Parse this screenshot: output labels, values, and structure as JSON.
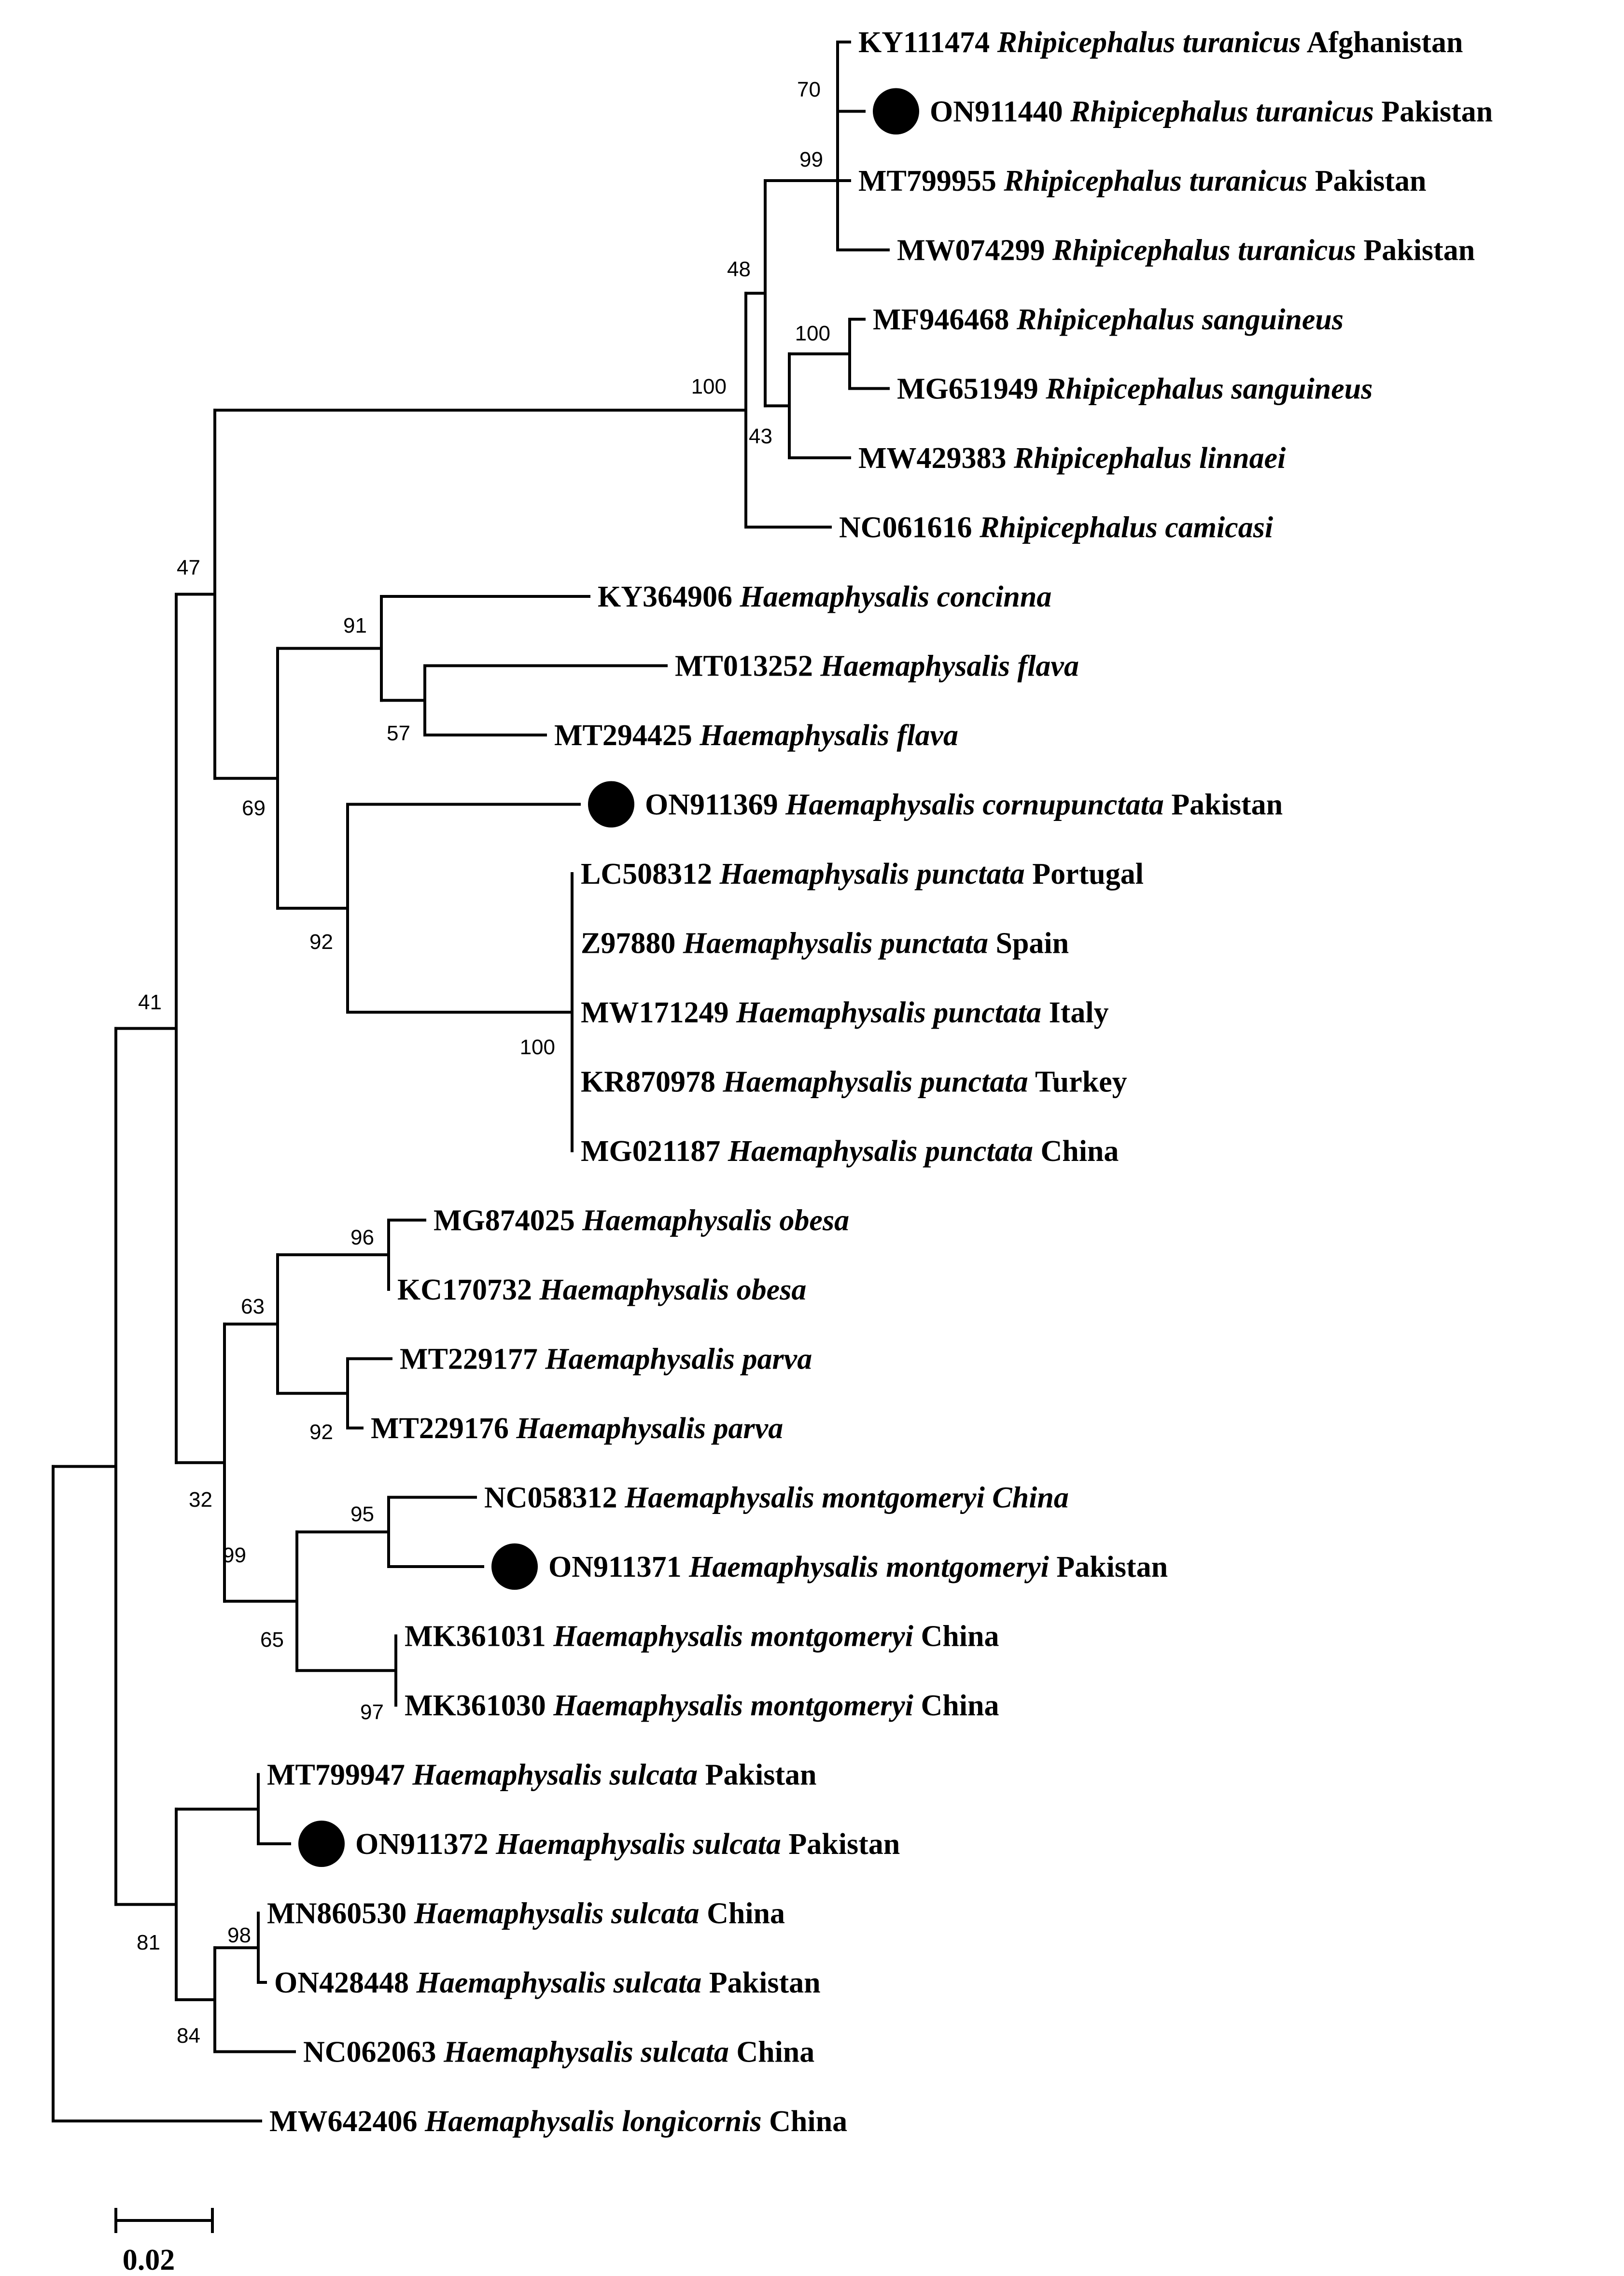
{
  "tree": {
    "newick": "((((((KY111474:0.0000,ON911440:0.0000,MT799955:0.0011,MW074299:0.0011)99:0.0066,((MF946468:0.0013,MG651949:0.0013)100:0.0063,MW429383:0.0055)43:0.0021)48:0.0010,NC061616:0.0068)100:0.0501,(((KY364906:0.0203)91:0.0000,(MT013252:0.0227,MT294425:0.0073)57:0.0041)91:0.0109,(ON911369:0.0211,(LC508312:0,Z97880:0,MW171249:0,KR870978:0,MG021187:0)100:0.0208)92:0.0069)69:0.0063)47:0.0042,(((MG874025:0.0013,KC170732:0.0000)96:0.0104,(MT229177:0.0005,MT229176:0.0005)92:0.0068)63:0.0052,((NC058312:0.0083,ON911371:0.0087)95:0.0089,(MK361031:0,MK361030:0)97:0.0089)65:0.0075)32:0.0042)41:0.0064,((MT799947:0.0000,ON911372:0.0000)99:0.0079,((MN860530:0.0000,ON428448:0.0000)98:0.0045,NC062063:0.0039)84:0.0039)81:0.0057)",
    "internal_labels": {
      "n_turanicus": "70",
      "n_turan_group": "99",
      "n_rhip_main": "48",
      "n_sanguineus": "100",
      "n_sang_linnaei": "43",
      "n_rhipicephalus": "100",
      "n_top": "47",
      "n_concinna_flava": "91",
      "n_flava": "57",
      "n_haem1": "69",
      "n_cornu_punct": "92",
      "n_punctata": "100",
      "n_upper": "41",
      "n_obesa": "96",
      "n_obesa_parva": "63",
      "n_parva": "92",
      "n_mont_mid": "32",
      "n_mont_a": "95",
      "n_mont": "65",
      "n_mont_b": "97",
      "n_sulc_a": "99",
      "n_sulc": "81",
      "n_sulc_b": "98",
      "n_sulc_c": "84"
    },
    "taxa": [
      {
        "acc": "KY111474",
        "sp": "Rhipicephalus turanicus",
        "loc": "Afghanistan",
        "marked": false
      },
      {
        "acc": "ON911440",
        "sp": "Rhipicephalus turanicus",
        "loc": "Pakistan",
        "marked": true
      },
      {
        "acc": "MT799955",
        "sp": "Rhipicephalus turanicus",
        "loc": "Pakistan",
        "marked": false
      },
      {
        "acc": "MW074299",
        "sp": "Rhipicephalus turanicus",
        "loc": "Pakistan",
        "marked": false
      },
      {
        "acc": "MF946468",
        "sp": "Rhipicephalus sanguineus",
        "loc": "",
        "marked": false
      },
      {
        "acc": "MG651949",
        "sp": "Rhipicephalus sanguineus",
        "loc": "",
        "marked": false
      },
      {
        "acc": "MW429383",
        "sp": "Rhipicephalus linnaei",
        "loc": "",
        "marked": false
      },
      {
        "acc": "NC061616",
        "sp": "Rhipicephalus camicasi",
        "loc": "",
        "marked": false
      },
      {
        "acc": "KY364906",
        "sp": "Haemaphysalis concinna",
        "loc": "",
        "marked": false
      },
      {
        "acc": "MT013252",
        "sp": "Haemaphysalis flava",
        "loc": "",
        "marked": false
      },
      {
        "acc": "MT294425",
        "sp": "Haemaphysalis flava",
        "loc": "",
        "marked": false
      },
      {
        "acc": "ON911369",
        "sp": "Haemaphysalis cornupunctata",
        "loc": "Pakistan",
        "marked": true
      },
      {
        "acc": "LC508312",
        "sp": "Haemaphysalis punctata",
        "loc": "Portugal",
        "marked": false
      },
      {
        "acc": "Z97880",
        "sp": "Haemaphysalis punctata",
        "loc": "Spain",
        "marked": false
      },
      {
        "acc": "MW171249",
        "sp": "Haemaphysalis punctata",
        "loc": "Italy",
        "marked": false
      },
      {
        "acc": "KR870978",
        "sp": "Haemaphysalis punctata",
        "loc": "Turkey",
        "marked": false
      },
      {
        "acc": "MG021187",
        "sp": "Haemaphysalis punctata",
        "loc": "China",
        "marked": false
      },
      {
        "acc": "MG874025",
        "sp": "Haemaphysalis obesa",
        "loc": "",
        "marked": false
      },
      {
        "acc": "KC170732",
        "sp": "Haemaphysalis obesa",
        "loc": "",
        "marked": false
      },
      {
        "acc": "MT229177",
        "sp": "Haemaphysalis parva",
        "loc": "",
        "marked": false
      },
      {
        "acc": "MT229176",
        "sp": "Haemaphysalis parva",
        "loc": "",
        "marked": false
      },
      {
        "acc": "NC058312",
        "sp": "Haemaphysalis montgomeryi China",
        "loc": "",
        "marked": false
      },
      {
        "acc": "ON911371",
        "sp": "Haemaphysalis montgomeryi",
        "loc": "Pakistan",
        "marked": true
      },
      {
        "acc": "MK361031",
        "sp": "Haemaphysalis montgomeryi",
        "loc": "China",
        "marked": false
      },
      {
        "acc": "MK361030",
        "sp": "Haemaphysalis montgomeryi",
        "loc": "China",
        "marked": false
      },
      {
        "acc": "MT799947",
        "sp": "Haemaphysalis sulcata",
        "loc": "Pakistan",
        "marked": false
      },
      {
        "acc": "ON911372",
        "sp": "Haemaphysalis sulcata",
        "loc": "Pakistan",
        "marked": true
      },
      {
        "acc": "MN860530",
        "sp": "Haemaphysalis sulcata",
        "loc": "China",
        "marked": false
      },
      {
        "acc": "ON428448",
        "sp": "Haemaphysalis sulcata",
        "loc": "Pakistan",
        "marked": false
      },
      {
        "acc": "NC062063",
        "sp": "Haemaphysalis sulcata",
        "loc": "China",
        "marked": false
      },
      {
        "acc": "MW642406",
        "sp": "Haemaphysalis longicornis",
        "loc": "China",
        "marked": false
      }
    ],
    "scale_bar": {
      "value": 0.02,
      "label": "0.02"
    }
  }
}
